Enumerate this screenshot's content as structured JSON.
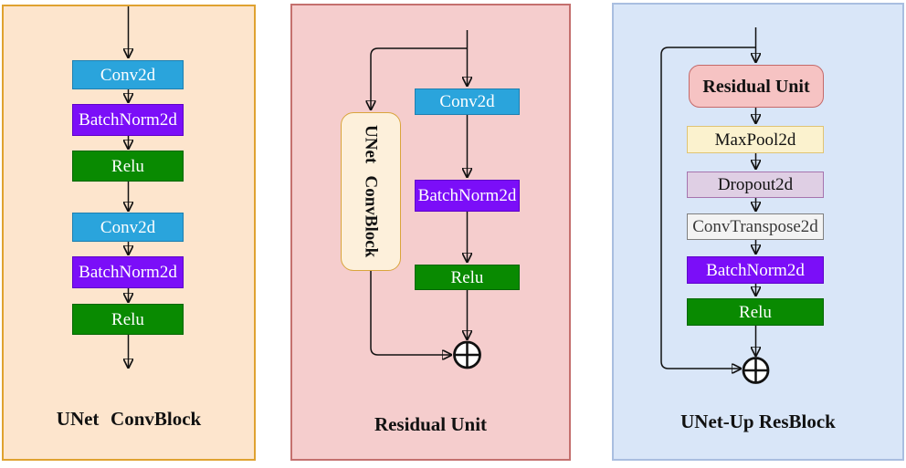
{
  "left_panel": {
    "title": "UNet ConvBlock",
    "blocks": [
      "Conv2d",
      "BatchNorm2d",
      "Relu",
      "Conv2d",
      "BatchNorm2d",
      "Relu"
    ]
  },
  "middle_panel": {
    "title": "Residual Unit",
    "side_block": "UNet ConvBlock",
    "blocks": [
      "Conv2d",
      "BatchNorm2d",
      "Relu"
    ]
  },
  "right_panel": {
    "title": "UNet-Up ResBlock",
    "blocks": [
      "Residual Unit",
      "MaxPool2d",
      "Dropout2d",
      "ConvTranspose2d",
      "BatchNorm2d",
      "Relu"
    ]
  },
  "icons": {
    "sum_join": "circle-plus"
  },
  "colors": {
    "conv2d_fill": "#2AA4DC",
    "batchnorm_fill": "#7B0EF8",
    "relu_fill": "#098A01",
    "left_panel_bg": "#FDE5CD",
    "left_panel_border": "#DFA230",
    "middle_panel_bg": "#F5CDCD",
    "middle_panel_border": "#C4706E",
    "right_panel_bg": "#D9E6F8",
    "right_panel_border": "#A9BEE0",
    "side_block_bg": "#FDF0DB",
    "side_block_border": "#D9A43C",
    "residual_unit_fill": "#F6C3C3",
    "residual_unit_border": "#C46A6A",
    "maxpool_fill": "#FBF2CE",
    "maxpool_border": "#E0C474",
    "dropout_fill": "#DFCFE4",
    "dropout_border": "#A674AE",
    "convtranspose_fill": "#F3F3F3",
    "convtranspose_border": "#7F7F7F"
  }
}
